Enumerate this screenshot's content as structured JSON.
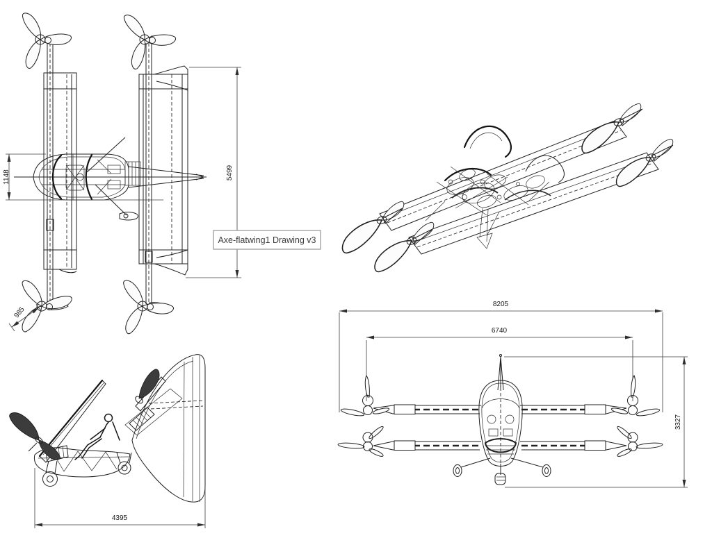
{
  "drawing": {
    "label": "Axe-flatwing1 Drawing v3",
    "line_color": "#1f1f1f",
    "background": "#ffffff"
  },
  "dimensions": {
    "top_view": {
      "fuselage_width": "1148",
      "wing_length": "5499",
      "propeller_blade": "985"
    },
    "side_view": {
      "overall_length": "4395"
    },
    "front_view": {
      "overall_span": "8205",
      "rotor_span": "6740",
      "overall_height": "3327"
    }
  }
}
